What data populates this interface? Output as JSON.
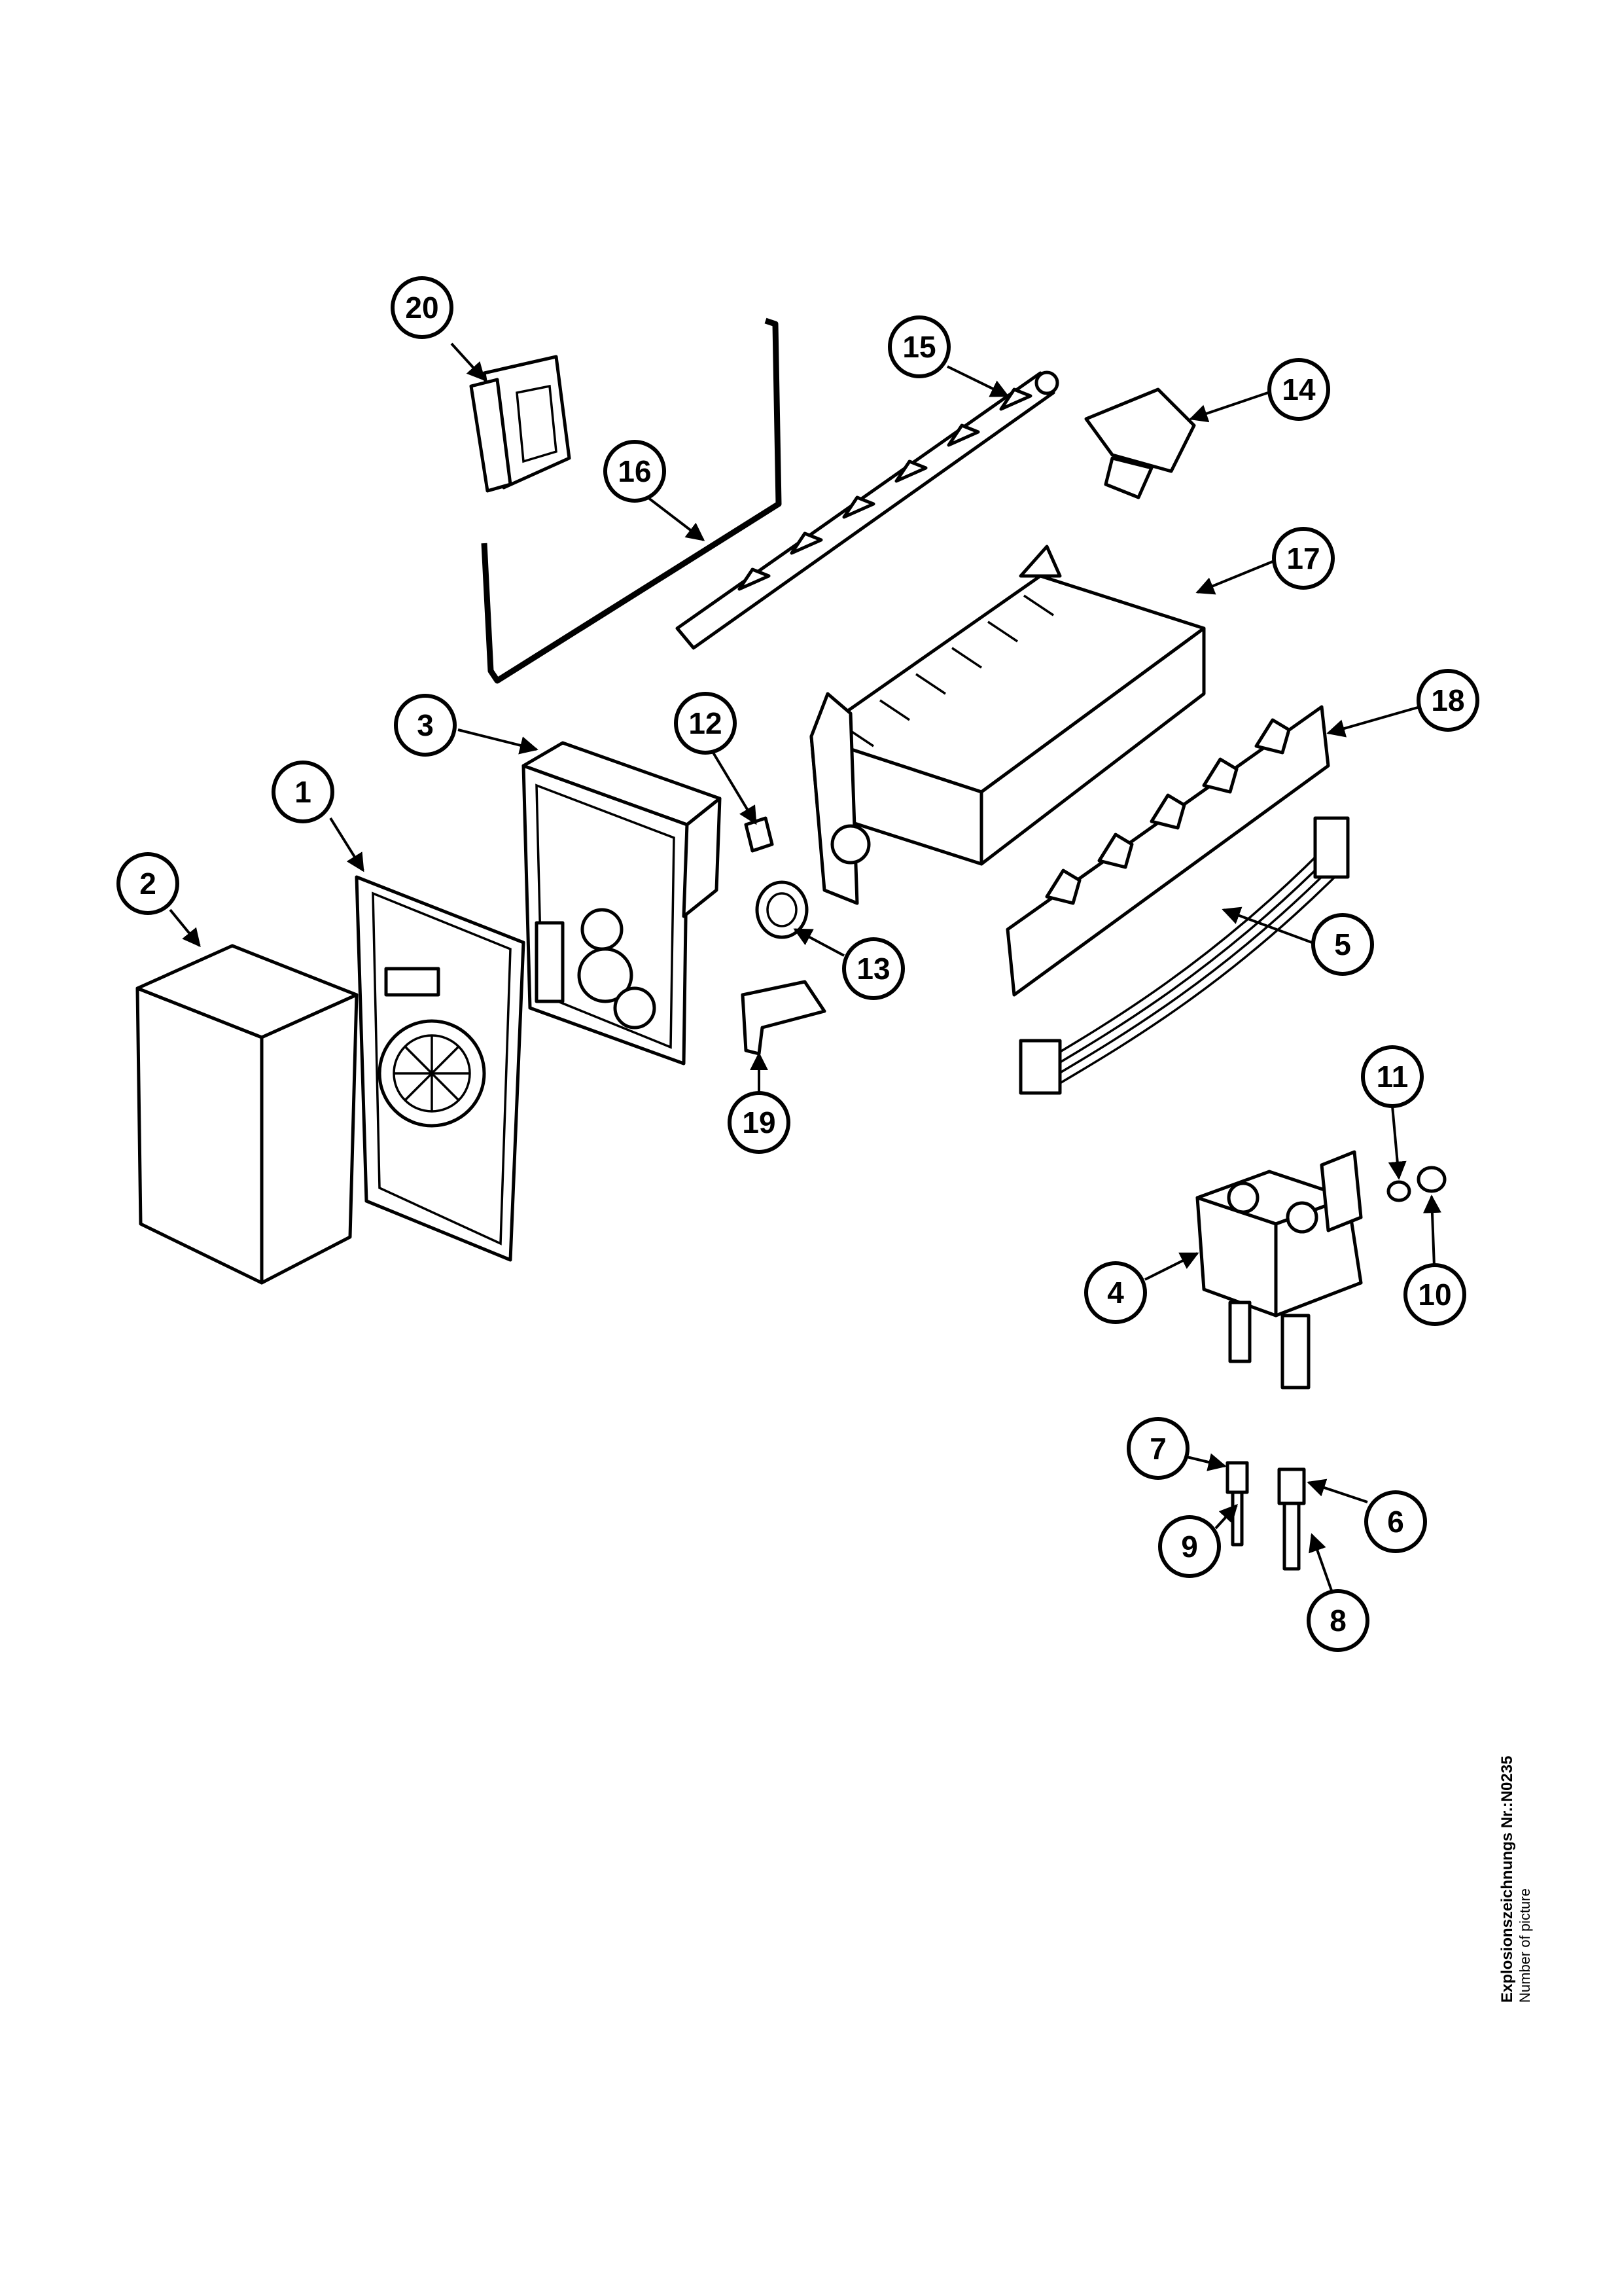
{
  "caption": {
    "drawing_number": "Explosionszeichnungs Nr.:N0235",
    "subtitle": "Number of picture"
  },
  "callouts": [
    "1",
    "2",
    "3",
    "4",
    "5",
    "6",
    "7",
    "8",
    "9",
    "10",
    "11",
    "12",
    "13",
    "14",
    "15",
    "16",
    "17",
    "18",
    "19",
    "20"
  ]
}
